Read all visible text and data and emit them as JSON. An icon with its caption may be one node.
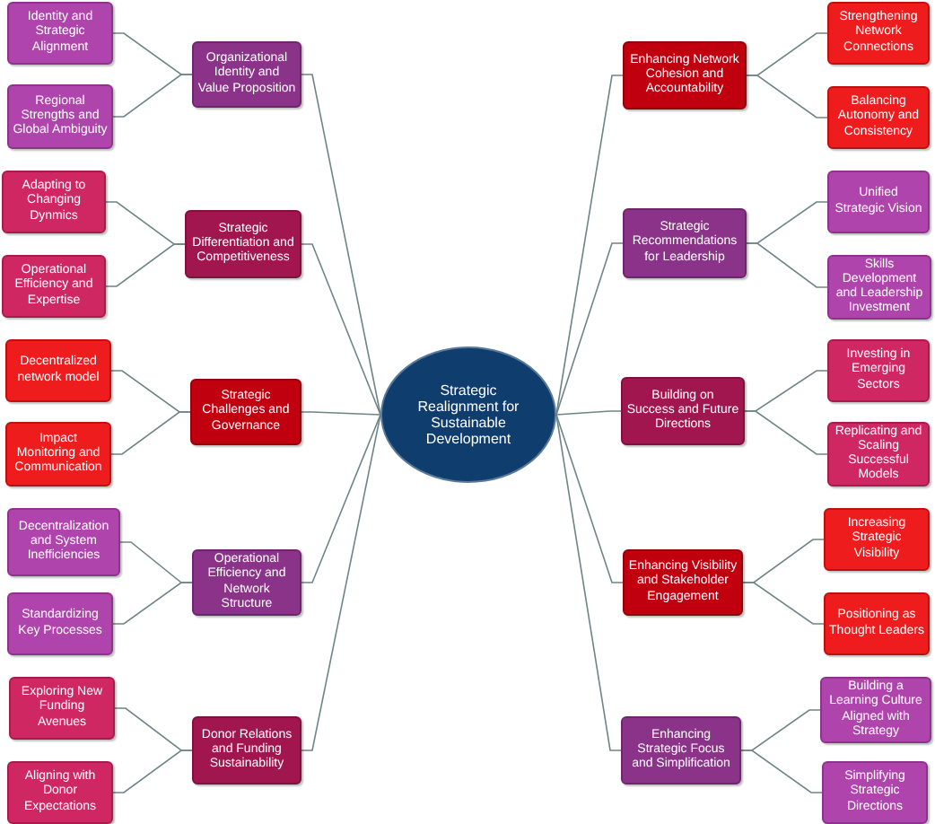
{
  "diagram": {
    "nodes": [
      {
        "text": [
          "Strategic Realignment for Sustainable Development"
        ]
      },
      {
        "text": [
          "Organizational Identity and Value Proposition"
        ]
      },
      {
        "text": [
          "Identity and Strategic Alignment"
        ]
      },
      {
        "text": [
          "Regional Strengths and Global Ambiguity"
        ]
      },
      {
        "text": [
          "Strategic Differentiation and Competitiveness"
        ]
      },
      {
        "text": [
          "Adapting to Changing Dynmics"
        ]
      },
      {
        "text": [
          "Operational Efficiency and Expertise"
        ]
      },
      {
        "text": [
          "Strategic Challenges and Governance"
        ]
      },
      {
        "text": [
          "Decentralized network model"
        ]
      },
      {
        "text": [
          "Impact Monitoring and Communication"
        ]
      },
      {
        "text": [
          "Operational Efficiency and Network Structure"
        ]
      },
      {
        "text": [
          "Decentralization and System Inefficiencies"
        ]
      },
      {
        "text": [
          "Standardizing Key Processes"
        ]
      },
      {
        "text": [
          "Donor Relations and Funding Sustainability"
        ]
      },
      {
        "text": [
          "Exploring New Funding Avenues"
        ]
      },
      {
        "text": [
          "Aligning with Donor Expectations"
        ]
      },
      {
        "text": [
          "Enhancing Network Cohesion and Accountability"
        ]
      },
      {
        "text": [
          "Strengthening Network Connections"
        ]
      },
      {
        "text": [
          "Balancing Autonomy and Consistency"
        ]
      },
      {
        "text": [
          "Strategic Recommendations for Leadership"
        ]
      },
      {
        "text": [
          "Unified Strategic Vision"
        ]
      },
      {
        "text": [
          "Skills Development and Leadership Investment"
        ]
      },
      {
        "text": [
          "Building on Success and Future Directions"
        ]
      },
      {
        "text": [
          "Investing in Emerging Sectors"
        ]
      },
      {
        "text": [
          "Replicating and Scaling Successful Models"
        ]
      },
      {
        "text": [
          "Enhancing Visibility and Stakeholder Engagement"
        ]
      },
      {
        "text": [
          "Increasing Strategic Visibility"
        ]
      },
      {
        "text": [
          "Positioning as Thought Leaders"
        ]
      },
      {
        "text": [
          "Enhancing Strategic Focus and Simplification"
        ]
      },
      {
        "text": [
          "Building a Learning Culture Aligned with Strategy"
        ]
      },
      {
        "text": [
          "Simplifying Strategic Directions"
        ]
      }
    ],
    "edges": [
      {
        "from": 0,
        "to": 1,
        "arrow": "none"
      },
      {
        "from": 1,
        "to": 2,
        "arrow": "none"
      },
      {
        "from": 1,
        "to": 3,
        "arrow": "none"
      },
      {
        "from": 0,
        "to": 4,
        "arrow": "none"
      },
      {
        "from": 4,
        "to": 5,
        "arrow": "none"
      },
      {
        "from": 4,
        "to": 6,
        "arrow": "none"
      },
      {
        "from": 0,
        "to": 7,
        "arrow": "none"
      },
      {
        "from": 7,
        "to": 8,
        "arrow": "none"
      },
      {
        "from": 7,
        "to": 9,
        "arrow": "none"
      },
      {
        "from": 0,
        "to": 10,
        "arrow": "none"
      },
      {
        "from": 10,
        "to": 11,
        "arrow": "none"
      },
      {
        "from": 10,
        "to": 12,
        "arrow": "none"
      },
      {
        "from": 0,
        "to": 13,
        "arrow": "none"
      },
      {
        "from": 13,
        "to": 14,
        "arrow": "none"
      },
      {
        "from": 13,
        "to": 15,
        "arrow": "none"
      },
      {
        "from": 0,
        "to": 16,
        "arrow": "none"
      },
      {
        "from": 16,
        "to": 17,
        "arrow": "none"
      },
      {
        "from": 16,
        "to": 18,
        "arrow": "none"
      },
      {
        "from": 0,
        "to": 19,
        "arrow": "none"
      },
      {
        "from": 19,
        "to": 20,
        "arrow": "none"
      },
      {
        "from": 19,
        "to": 21,
        "arrow": "none"
      },
      {
        "from": 0,
        "to": 22,
        "arrow": "none"
      },
      {
        "from": 22,
        "to": 23,
        "arrow": "none"
      },
      {
        "from": 22,
        "to": 24,
        "arrow": "none"
      },
      {
        "from": 0,
        "to": 25,
        "arrow": "none"
      },
      {
        "from": 25,
        "to": 26,
        "arrow": "none"
      },
      {
        "from": 25,
        "to": 27,
        "arrow": "none"
      },
      {
        "from": 0,
        "to": 28,
        "arrow": "none"
      },
      {
        "from": 28,
        "to": 29,
        "arrow": "none"
      },
      {
        "from": 28,
        "to": 30,
        "arrow": "none"
      }
    ]
  }
}
